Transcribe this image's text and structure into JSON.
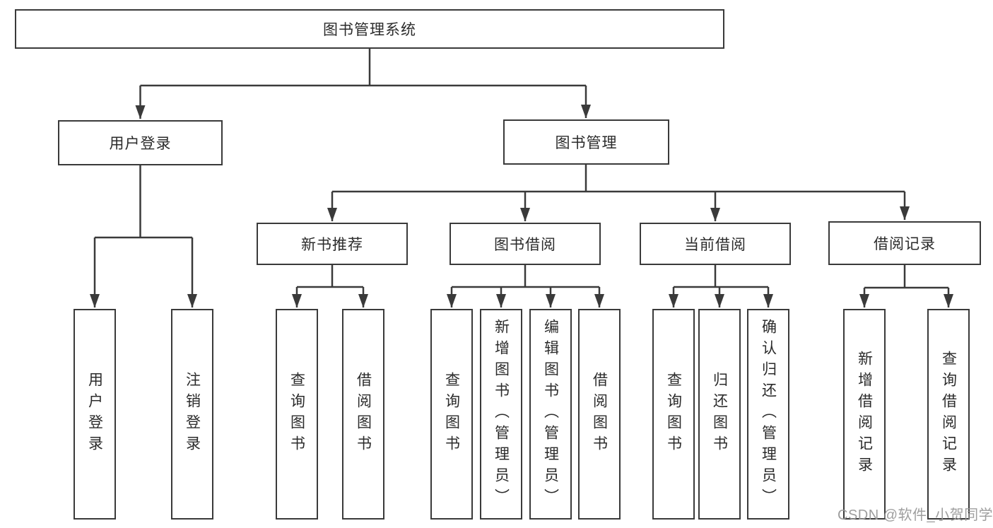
{
  "tree": {
    "root": "图书管理系统",
    "children": [
      {
        "label": "用户登录",
        "children": [
          {
            "label": "用户登录"
          },
          {
            "label": "注销登录"
          }
        ]
      },
      {
        "label": "图书管理",
        "children": [
          {
            "label": "新书推荐",
            "children": [
              {
                "label": "查询图书"
              },
              {
                "label": "借阅图书"
              }
            ]
          },
          {
            "label": "图书借阅",
            "children": [
              {
                "label": "查询图书"
              },
              {
                "label": "新增图书（管理员）"
              },
              {
                "label": "编辑图书（管理员）"
              },
              {
                "label": "借阅图书"
              }
            ]
          },
          {
            "label": "当前借阅",
            "children": [
              {
                "label": "查询图书"
              },
              {
                "label": "归还图书"
              },
              {
                "label": "确认归还（管理员）"
              }
            ]
          },
          {
            "label": "借阅记录",
            "children": [
              {
                "label": "新增借阅记录"
              },
              {
                "label": "查询借阅记录"
              }
            ]
          }
        ]
      }
    ]
  },
  "watermark": {
    "text": "CSDN @软件_小贺同学"
  },
  "colors": {
    "line": "#3a3a3a",
    "text": "#2b2b2b",
    "watermark": "#999999",
    "background": "#ffffff"
  }
}
